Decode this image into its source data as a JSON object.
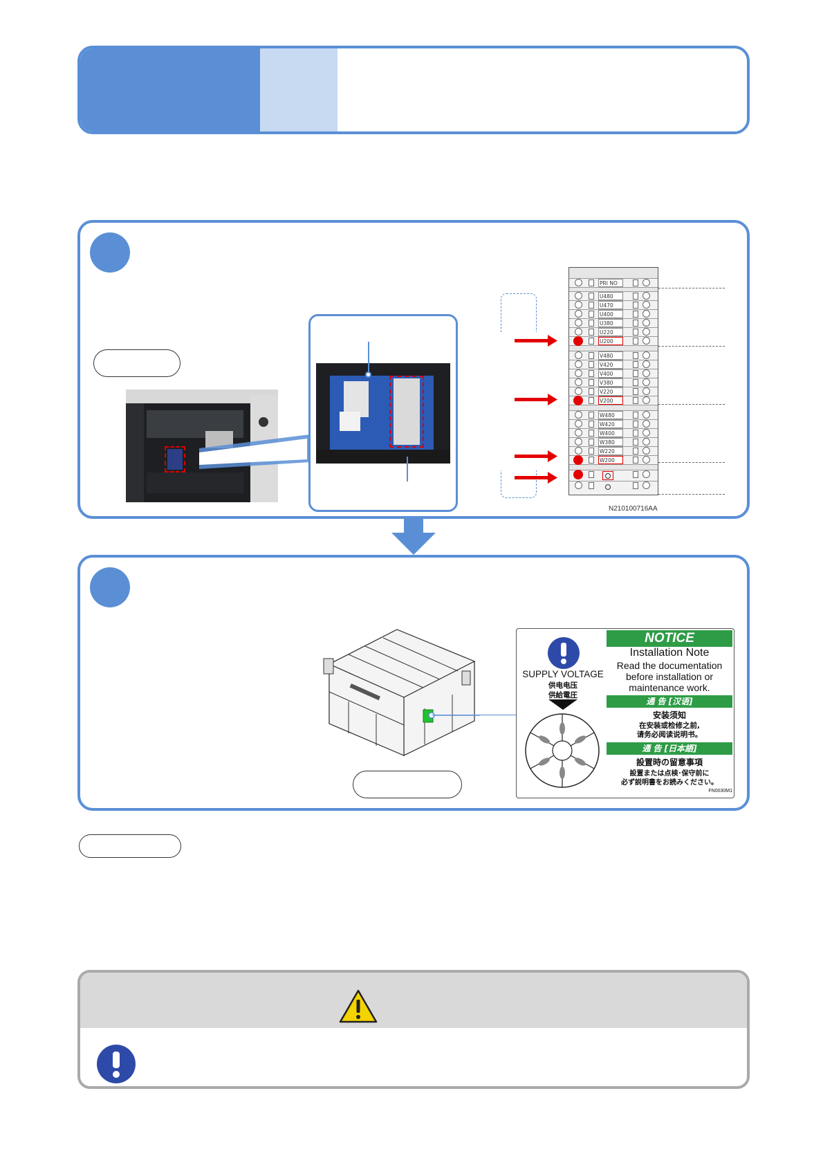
{
  "terminal_block": {
    "header": "PRI NO",
    "u_taps": [
      "U480",
      "U470",
      "U400",
      "U380",
      "U220",
      "U200"
    ],
    "v_taps": [
      "V480",
      "V420",
      "V400",
      "V380",
      "V220",
      "V200"
    ],
    "w_taps": [
      "W480",
      "W420",
      "W400",
      "W380",
      "W220",
      "W200"
    ],
    "selected": [
      "U200",
      "V200",
      "W200"
    ],
    "figure_code": "N210100716AA"
  },
  "notice_label": {
    "title": "NOTICE",
    "heading_en": "Installation Note",
    "body_en_1": "Read the documentation",
    "body_en_2": "before installation or",
    "body_en_3": "maintenance work.",
    "supply_voltage": "SUPPLY VOLTAGE",
    "supply_cn": "供电电压",
    "supply_jp": "供給電圧",
    "cn_bar": "通 告 [汉语]",
    "cn_heading": "安装须知",
    "cn_body_1": "在安装或检修之前,",
    "cn_body_2": "请务必阅读说明书。",
    "jp_bar": "通 告 [日本語]",
    "jp_heading": "設置時の留意事項",
    "jp_body_1": "設置または点検･保守前に",
    "jp_body_2": "必ず説明書をお読みください。",
    "code": "FN0030M1"
  },
  "colors": {
    "accent": "#5a8fd6",
    "accent_light": "#c7daf2",
    "arrow_red": "#e30000",
    "notice_green": "#2e9c46",
    "caution_gray": "#d9d9d9"
  }
}
